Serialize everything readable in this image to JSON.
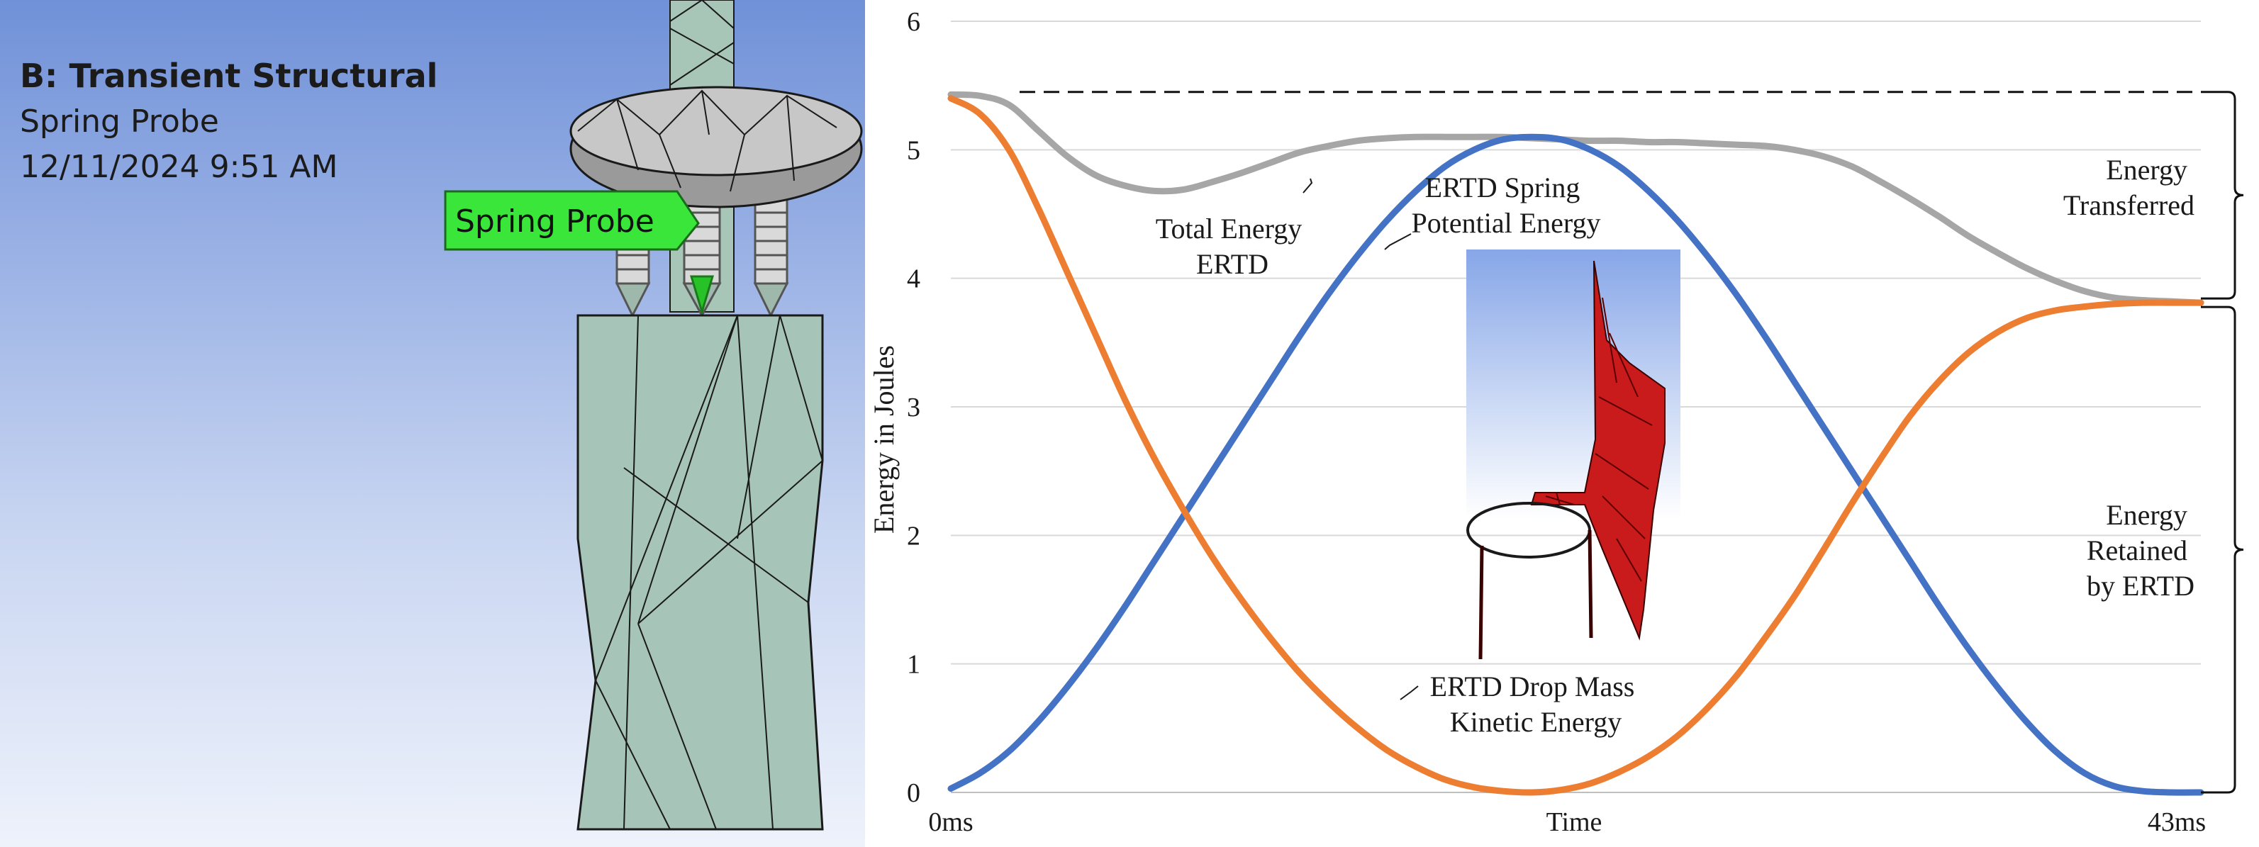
{
  "ansys": {
    "title": "B: Transient Structural",
    "subtitle": "Spring Probe",
    "timestamp": "12/11/2024 9:51 AM",
    "callout_label": "Spring Probe",
    "callout_color": "#39e639",
    "body_color": "#a6c4b7"
  },
  "colors": {
    "total": "#a6a6a6",
    "spring": "#4472c4",
    "kinetic": "#ed7d31",
    "inset_red": "#c91b1b"
  },
  "chart_data": {
    "type": "line",
    "ylabel": "Energy in Joules",
    "xlabel": "Time",
    "ylim": [
      0,
      6
    ],
    "yticks": [
      "0",
      "1",
      "2",
      "3",
      "4",
      "5",
      "6"
    ],
    "xlim": [
      0,
      43
    ],
    "xtick_start": "0ms",
    "xtick_end": "43ms",
    "grid": true,
    "legend": "none",
    "reference_level": 5.45,
    "series": [
      {
        "key": "total",
        "x": [
          0,
          1,
          2,
          3,
          4,
          5,
          6,
          7,
          8,
          9,
          10,
          11,
          12,
          13,
          14,
          15,
          16,
          17,
          18,
          19,
          20,
          21,
          22,
          23,
          24,
          25,
          26,
          27,
          28,
          29,
          30,
          31,
          32,
          33,
          34,
          35,
          36,
          37,
          38,
          39,
          40,
          41,
          42,
          43
        ],
        "y": [
          5.43,
          5.42,
          5.35,
          5.15,
          4.95,
          4.8,
          4.72,
          4.68,
          4.69,
          4.75,
          4.82,
          4.9,
          4.98,
          5.03,
          5.07,
          5.09,
          5.1,
          5.1,
          5.1,
          5.1,
          5.09,
          5.08,
          5.07,
          5.07,
          5.06,
          5.06,
          5.05,
          5.04,
          5.03,
          5.0,
          4.95,
          4.87,
          4.75,
          4.62,
          4.48,
          4.33,
          4.2,
          4.08,
          3.98,
          3.9,
          3.85,
          3.83,
          3.82,
          3.81
        ]
      },
      {
        "key": "spring",
        "x": [
          0,
          1,
          2,
          3,
          4,
          5,
          6,
          7,
          8,
          9,
          10,
          11,
          12,
          13,
          14,
          15,
          16,
          17,
          18,
          19,
          20,
          21,
          22,
          23,
          24,
          25,
          26,
          27,
          28,
          29,
          30,
          31,
          32,
          33,
          34,
          35,
          36,
          37,
          38,
          39,
          40,
          41,
          42,
          43
        ],
        "y": [
          0.03,
          0.15,
          0.32,
          0.55,
          0.82,
          1.12,
          1.45,
          1.8,
          2.15,
          2.5,
          2.85,
          3.2,
          3.55,
          3.88,
          4.18,
          4.45,
          4.68,
          4.87,
          5.0,
          5.08,
          5.1,
          5.08,
          5.0,
          4.87,
          4.68,
          4.45,
          4.18,
          3.88,
          3.55,
          3.2,
          2.85,
          2.5,
          2.15,
          1.8,
          1.45,
          1.12,
          0.82,
          0.55,
          0.32,
          0.15,
          0.05,
          0.01,
          0.0,
          0.0
        ]
      },
      {
        "key": "kinetic",
        "x": [
          0,
          1,
          2,
          3,
          4,
          5,
          6,
          7,
          8,
          9,
          10,
          11,
          12,
          13,
          14,
          15,
          16,
          17,
          18,
          19,
          20,
          21,
          22,
          23,
          24,
          25,
          26,
          27,
          28,
          29,
          30,
          31,
          32,
          33,
          34,
          35,
          36,
          37,
          38,
          39,
          40,
          41,
          42,
          43
        ],
        "y": [
          5.4,
          5.28,
          5.0,
          4.55,
          4.05,
          3.55,
          3.05,
          2.6,
          2.2,
          1.83,
          1.5,
          1.2,
          0.93,
          0.7,
          0.5,
          0.33,
          0.2,
          0.1,
          0.04,
          0.01,
          0.0,
          0.02,
          0.07,
          0.16,
          0.28,
          0.44,
          0.65,
          0.9,
          1.2,
          1.52,
          1.88,
          2.25,
          2.6,
          2.93,
          3.2,
          3.42,
          3.58,
          3.69,
          3.75,
          3.78,
          3.8,
          3.81,
          3.81,
          3.81
        ]
      }
    ],
    "annotations": {
      "total": [
        "Total Energy",
        "ERTD"
      ],
      "spring": [
        "ERTD Spring",
        "Potential Energy"
      ],
      "kinetic": [
        "ERTD Drop Mass",
        "Kinetic Energy"
      ],
      "transferred": [
        "Energy",
        "Transferred"
      ],
      "retained": [
        "Energy",
        "Retained",
        "by ERTD"
      ]
    }
  }
}
